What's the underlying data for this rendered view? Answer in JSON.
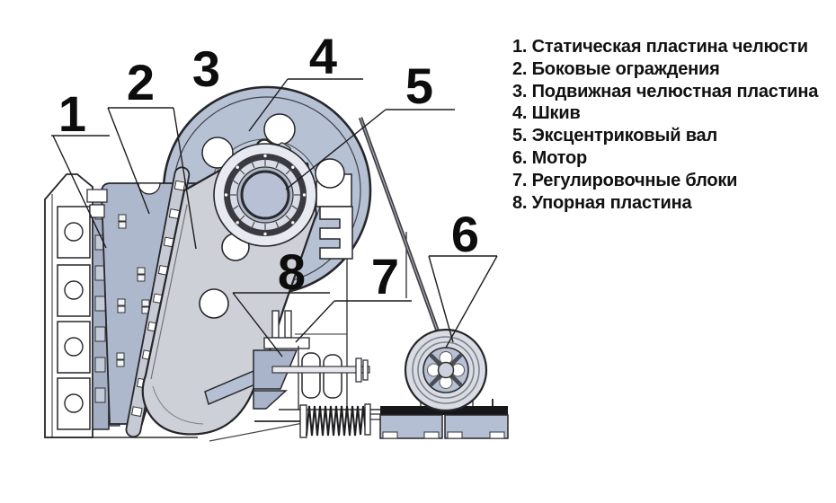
{
  "figure": {
    "kind": "technical line diagram",
    "subject": "jaw crusher cross-section with numbered parts"
  },
  "colors": {
    "part_blue": "#b7c1d4",
    "guard_blue": "#aeb8cc",
    "jaw_gray": "#cdd0d6",
    "wedge_blue": "#a9b4cb",
    "motor_blue": "#b5bfd3",
    "ink": "#26262b",
    "bg": "#ffffff"
  },
  "callouts": [
    {
      "number": "1",
      "part": "Статическая пластина челюсти"
    },
    {
      "number": "2",
      "part": "Боковые ограждения"
    },
    {
      "number": "3",
      "part": "Подвижная челюстная пластина"
    },
    {
      "number": "4",
      "part": "Шкив"
    },
    {
      "number": "5",
      "part": "Эксцентриковый вал"
    },
    {
      "number": "6",
      "part": "Мотор"
    },
    {
      "number": "7",
      "part": "Регулировочные блоки"
    },
    {
      "number": "8",
      "part": "Упорная пластина"
    }
  ],
  "legend": {
    "items": [
      "1. Статическая пластина челюсти",
      "2. Боковые ограждения",
      "3. Подвижная челюстная пластина",
      "4. Шкив",
      "5. Эксцентриковый вал",
      "6. Мотор",
      "7. Регулировочные блоки",
      "8. Упорная пластина"
    ]
  }
}
